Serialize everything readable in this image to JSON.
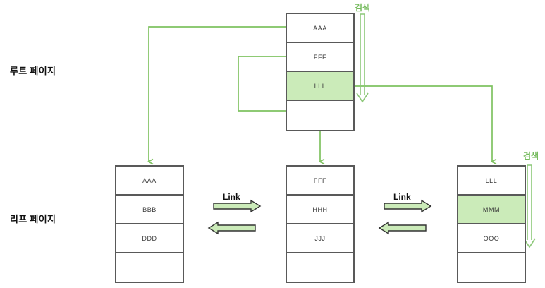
{
  "diagram": {
    "title_rows": {
      "root_label": "루트 페이지",
      "leaf_label": "리프 페이지"
    },
    "root_page": {
      "name": "root-page",
      "cells": [
        {
          "text": "AAA",
          "highlighted": false
        },
        {
          "text": "FFF",
          "highlighted": false
        },
        {
          "text": "LLL",
          "highlighted": true
        },
        {
          "text": "",
          "highlighted": false
        }
      ]
    },
    "leaf_pages": [
      {
        "name": "leaf-page-1",
        "cells": [
          {
            "text": "AAA",
            "highlighted": false
          },
          {
            "text": "BBB",
            "highlighted": false
          },
          {
            "text": "DDD",
            "highlighted": false
          },
          {
            "text": "",
            "highlighted": false
          }
        ]
      },
      {
        "name": "leaf-page-2",
        "cells": [
          {
            "text": "FFF",
            "highlighted": false
          },
          {
            "text": "HHH",
            "highlighted": false
          },
          {
            "text": "JJJ",
            "highlighted": false
          },
          {
            "text": "",
            "highlighted": false
          }
        ]
      },
      {
        "name": "leaf-page-3",
        "cells": [
          {
            "text": "LLL",
            "highlighted": false
          },
          {
            "text": "MMM",
            "highlighted": true
          },
          {
            "text": "OOO",
            "highlighted": false
          },
          {
            "text": "",
            "highlighted": false
          }
        ]
      }
    ],
    "search_arrows": [
      {
        "name": "search-arrow-root",
        "label": "검색"
      },
      {
        "name": "search-arrow-leaf",
        "label": "검색"
      }
    ],
    "link_groups": [
      {
        "name": "link-arrows-1",
        "label": "Link"
      },
      {
        "name": "link-arrows-2",
        "label": "Link"
      }
    ],
    "colors": {
      "highlight_fill": "#cbebb9",
      "connector_green": "#7fc261",
      "search_green": "#76bb5e",
      "box_border": "#595959",
      "text": "#3a3a3a",
      "background": "#ffffff"
    }
  }
}
